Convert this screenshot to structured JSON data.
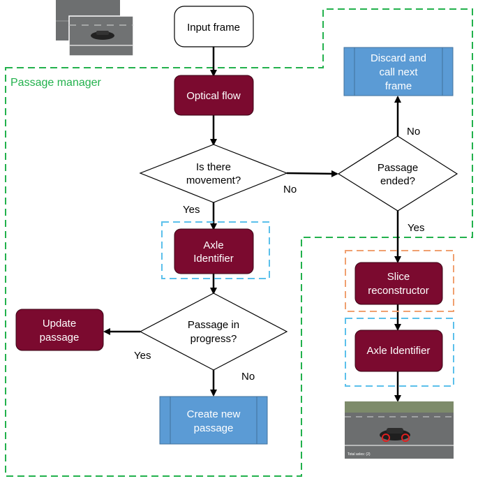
{
  "region": {
    "label": "Passage manager"
  },
  "nodes": {
    "input_frame": {
      "label": "Input frame"
    },
    "optical_flow": {
      "label": "Optical flow"
    },
    "movement_decision": {
      "line1": "Is there",
      "line2": "movement?"
    },
    "axle_identifier_1": {
      "line1": "Axle",
      "line2": "Identifier"
    },
    "passage_progress_decision": {
      "line1": "Passage in",
      "line2": "progress?"
    },
    "update_passage": {
      "line1": "Update",
      "line2": "passage"
    },
    "create_new_passage": {
      "line1": "Create new",
      "line2": "passage"
    },
    "passage_ended_decision": {
      "line1": "Passage",
      "line2": "ended?"
    },
    "discard_frame": {
      "line1": "Discard and",
      "line2": "call next",
      "line3": "frame"
    },
    "slice_reconstructor": {
      "line1": "Slice",
      "line2": "reconstructor"
    },
    "axle_identifier_2": {
      "label": "Axle Identifier"
    }
  },
  "edges": {
    "movement_yes": "Yes",
    "movement_no": "No",
    "progress_yes": "Yes",
    "progress_no": "No",
    "ended_no": "No",
    "ended_yes": "Yes"
  },
  "output_image": {
    "caption": "Total axles: (2)"
  },
  "colors": {
    "process_fill": "#7b0a2f",
    "process_text": "#ffffff",
    "predefined_fill": "#5b9bd5",
    "passage_manager_border": "#22b14c",
    "axle_box_border": "#5bc0eb",
    "slice_box_border": "#f0a070"
  }
}
